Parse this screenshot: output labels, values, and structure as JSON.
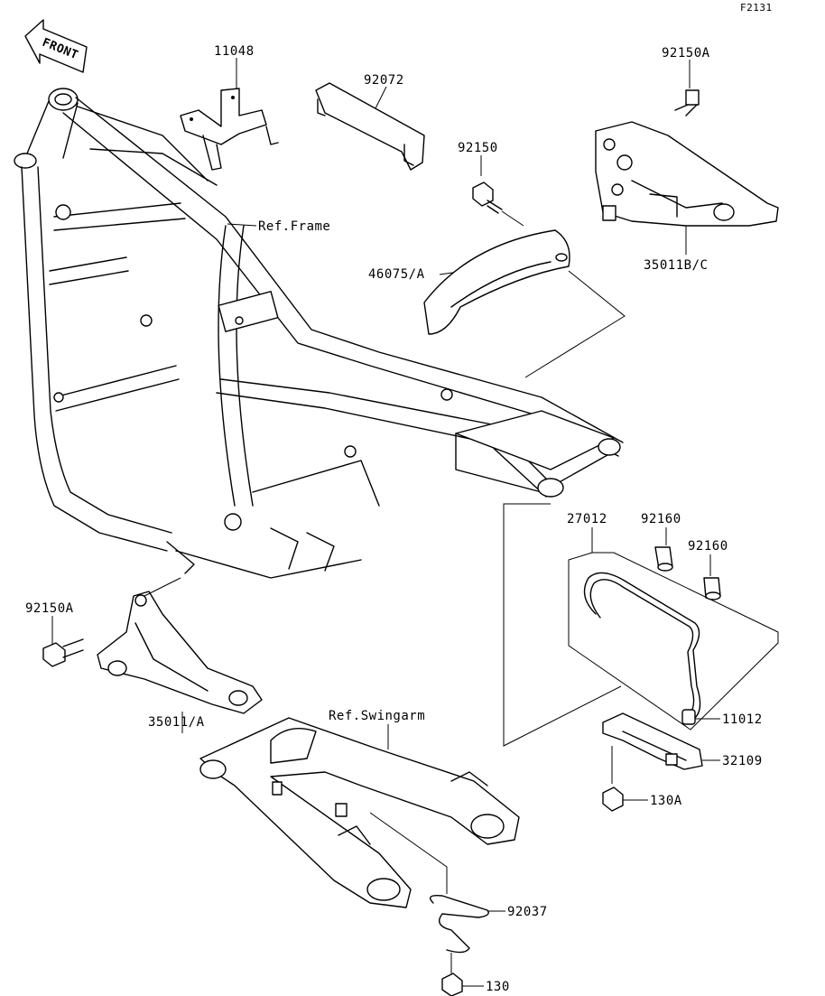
{
  "figure_code": "F2131",
  "front_label": "FRONT",
  "labels": {
    "p11048": "11048",
    "p92072": "92072",
    "p92150A_top": "92150A",
    "p92150": "92150",
    "ref_frame": "Ref.Frame",
    "p46075": "46075/A",
    "p35011BC": "35011B/C",
    "p27012": "27012",
    "p92160_a": "92160",
    "p92160_b": "92160",
    "p92150A_left": "92150A",
    "p11012": "11012",
    "p35011A": "35011/A",
    "ref_swingarm": "Ref.Swingarm",
    "p32109": "32109",
    "p130A": "130A",
    "p92037": "92037",
    "p130": "130"
  }
}
